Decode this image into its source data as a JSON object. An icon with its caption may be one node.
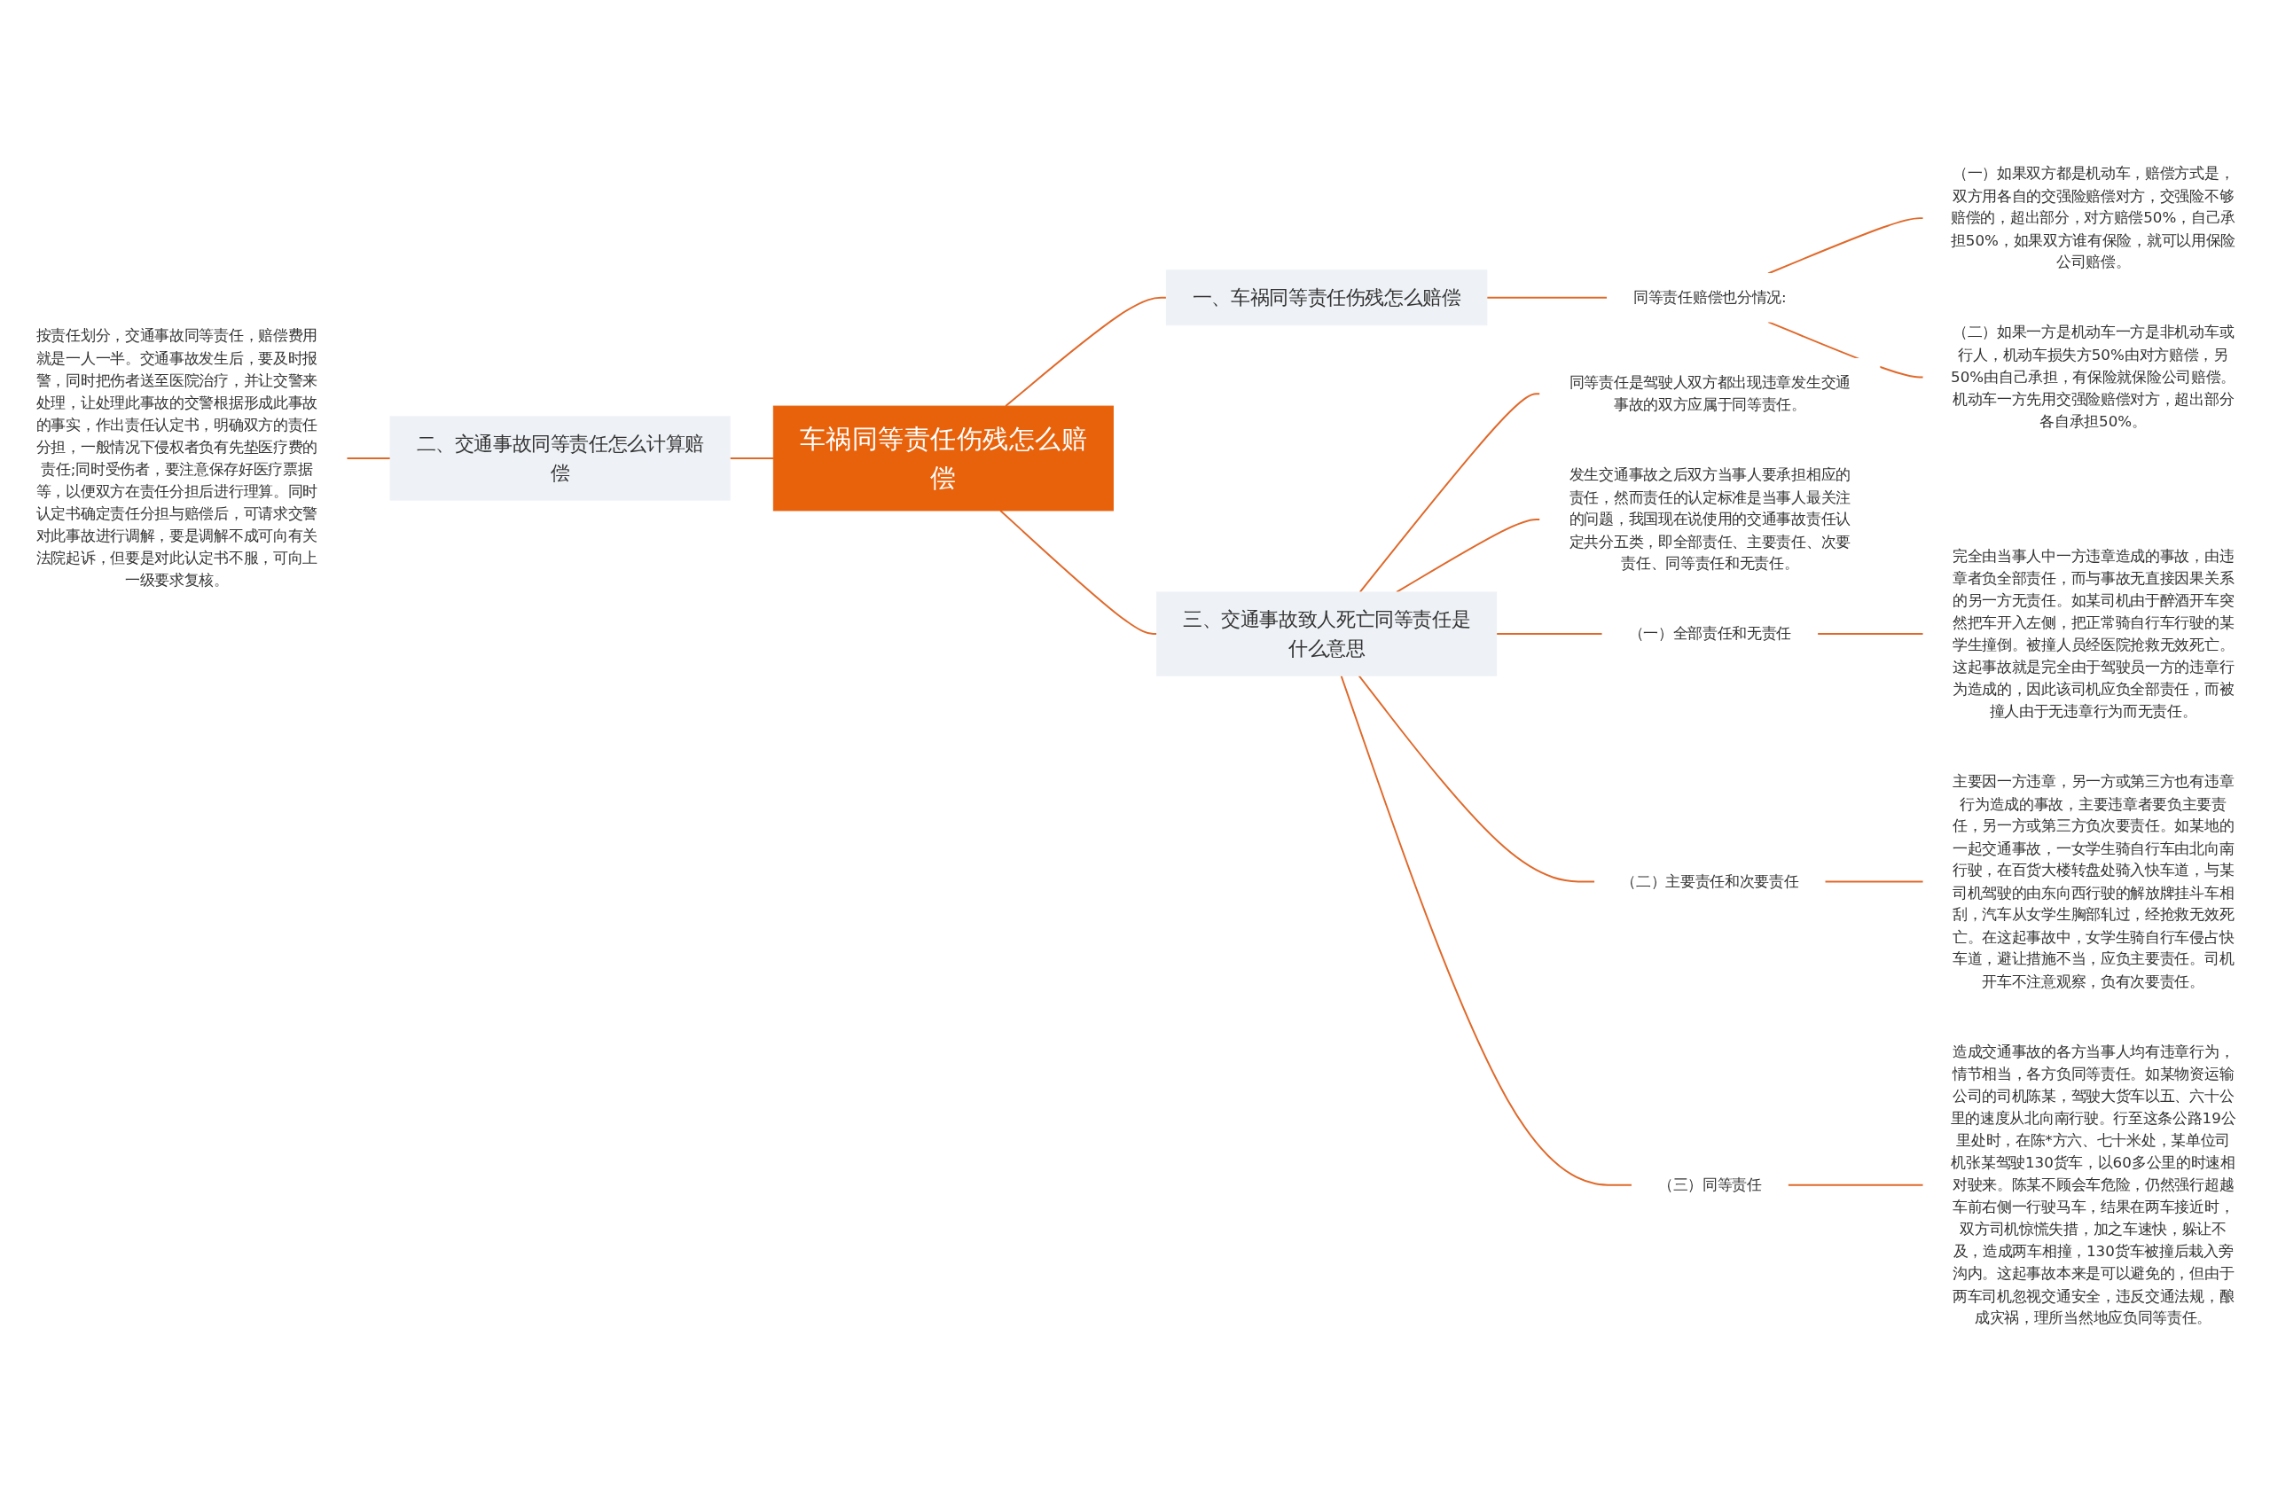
{
  "diagram": {
    "nodes": [
      {
        "text": [
          "车祸同等责任伤残怎么赔偿"
        ]
      },
      {
        "text": [
          "一、车祸同等责任伤残怎么赔偿"
        ]
      },
      {
        "text": [
          "同等责任赔偿也分情况:"
        ]
      },
      {
        "text": [
          "（一）如果双方都是机动车，赔偿方式是，双方用各自的交强险赔偿对方，交强险不够赔偿的，超出部分，对方赔偿50%，自己承担50%，如果双方谁有保险，就可以用保险公司赔偿。"
        ]
      },
      {
        "text": [
          "（二）如果一方是机动车一方是非机动车或行人，机动车损失方50%由对方赔偿，另50%由自己承担，有保险就保险公司赔偿。机动车一方先用交强险赔偿对方，超出部分各自承担50%。"
        ]
      },
      {
        "text": [
          "二、交通事故同等责任怎么计算赔偿"
        ]
      },
      {
        "text": [
          "按责任划分，交通事故同等责任，赔偿费用就是一人一半。交通事故发生后，要及时报警，同时把伤者送至医院治疗，并让交警来处理，让处理此事故的交警根据形成此事故的事实，作出责任认定书，明确双方的责任分担，一般情况下侵权者负有先垫医疗费的责任;同时受伤者，要注意保存好医疗票据等，以便双方在责任分担后进行理算。同时认定书确定责任分担与赔偿后，可请求交警对此事故进行调解，要是调解不成可向有关法院起诉，但要是对此认定书不服，可向上一级要求复核。"
        ]
      },
      {
        "text": [
          "三、交通事故致人死亡同等责任是什么意思"
        ]
      },
      {
        "text": [
          "同等责任是驾驶人双方都出现违章发生交通事故的双方应属于同等责任。"
        ]
      },
      {
        "text": [
          "发生交通事故之后双方当事人要承担相应的责任，然而责任的认定标准是当事人最关注的问题，我国现在说使用的交通事故责任认定共分五类，即全部责任、主要责任、次要责任、同等责任和无责任。"
        ]
      },
      {
        "text": [
          "（一）全部责任和无责任"
        ]
      },
      {
        "text": [
          "完全由当事人中一方违章造成的事故，由违章者负全部责任，而与事故无直接因果关系的另一方无责任。如某司机由于醉酒开车突然把车开入左侧，把正常骑自行车行驶的某学生撞倒。被撞人员经医院抢救无效死亡。这起事故就是完全由于驾驶员一方的违章行为造成的，因此该司机应负全部责任，而被撞人由于无违章行为而无责任。"
        ]
      },
      {
        "text": [
          "（二）主要责任和次要责任"
        ]
      },
      {
        "text": [
          "主要因一方违章，另一方或第三方也有违章行为造成的事故，主要违章者要负主要责任，另一方或第三方负次要责任。如某地的一起交通事故，一女学生骑自行车由北向南行驶，在百货大楼转盘处骑入快车道，与某司机驾驶的由东向西行驶的解放牌挂斗车相刮，汽车从女学生胸部轧过，经抢救无效死亡。在这起事故中，女学生骑自行车侵占快车道，避让措施不当，应负主要责任。司机开车不注意观察，负有次要责任。"
        ]
      },
      {
        "text": [
          "（三）同等责任"
        ]
      },
      {
        "text": [
          "造成交通事故的各方当事人均有违章行为，情节相当，各方负同等责任。如某物资运输公司的司机陈某，驾驶大货车以五、六十公里的速度从北向南行驶。行至这条公路19公里处时，在陈*方六、七十米处，某单位司机张某驾驶130货车，以60多公里的时速相对驶来。陈某不顾会车危险，仍然强行超越车前右侧一行驶马车，结果在两车接近时，双方司机惊慌失措，加之车速快，躲让不及，造成两车相撞，130货车被撞后栽入旁沟内。这起事故本来是可以避免的，但由于两车司机忽视交通安全，违反交通法规，酿成灾祸，理所当然地应负同等责任。"
        ]
      }
    ],
    "edges": [
      {
        "from": 0,
        "to": 1,
        "arrow": "none"
      },
      {
        "from": 1,
        "to": 2,
        "arrow": "none"
      },
      {
        "from": 2,
        "to": 3,
        "arrow": "none"
      },
      {
        "from": 2,
        "to": 4,
        "arrow": "none"
      },
      {
        "from": 5,
        "to": 0,
        "arrow": "none"
      },
      {
        "from": 6,
        "to": 5,
        "arrow": "none"
      },
      {
        "from": 0,
        "to": 7,
        "arrow": "none"
      },
      {
        "from": 7,
        "to": 8,
        "arrow": "none"
      },
      {
        "from": 7,
        "to": 9,
        "arrow": "none"
      },
      {
        "from": 7,
        "to": 10,
        "arrow": "none"
      },
      {
        "from": 10,
        "to": 11,
        "arrow": "none"
      },
      {
        "from": 7,
        "to": 12,
        "arrow": "none"
      },
      {
        "from": 12,
        "to": 13,
        "arrow": "none"
      },
      {
        "from": 7,
        "to": 14,
        "arrow": "none"
      },
      {
        "from": 14,
        "to": 15,
        "arrow": "none"
      }
    ]
  }
}
